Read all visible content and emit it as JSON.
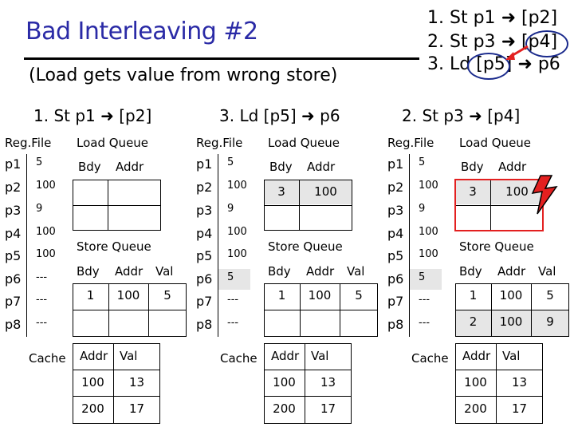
{
  "header": {
    "title": "Bad Interleaving #2",
    "subtitle": "(Load gets value from wrong store)"
  },
  "sequence": [
    {
      "num": "1.",
      "op": "St",
      "src": "p1",
      "arrow": "➜",
      "dst": "[p2]"
    },
    {
      "num": "2.",
      "op": "St",
      "src": "p3",
      "arrow": "➜",
      "dst": "[p4]"
    },
    {
      "num": "3.",
      "op": "Ld",
      "src": "[p5]",
      "arrow": "➜",
      "dst": "p6"
    }
  ],
  "colors": {
    "title": "#2a2aa6",
    "circle": "#1a2a8c",
    "highlight": "#e32020",
    "lightning_fill": "#e32020"
  },
  "panels": [
    {
      "heading": "1. St p1 ➜ [p2]",
      "regfile_label": "Reg.File",
      "regs": [
        {
          "name": "p1",
          "val": "5"
        },
        {
          "name": "p2",
          "val": "100"
        },
        {
          "name": "p3",
          "val": "9"
        },
        {
          "name": "p4",
          "val": "100"
        },
        {
          "name": "p5",
          "val": "100"
        },
        {
          "name": "p6",
          "val": "---"
        },
        {
          "name": "p7",
          "val": "---"
        },
        {
          "name": "p8",
          "val": "---"
        }
      ],
      "load_queue_label": "Load Queue",
      "lq_headers": [
        "Bdy",
        "Addr"
      ],
      "lq_rows": [
        [
          "",
          ""
        ],
        [
          "",
          ""
        ]
      ],
      "store_queue_label": "Store Queue",
      "sq_headers": [
        "Bdy",
        "Addr",
        "Val"
      ],
      "sq_rows": [
        [
          "1",
          "100",
          "5"
        ],
        [
          "",
          "",
          ""
        ]
      ],
      "cache_label": "Cache",
      "cache_headers": [
        "Addr",
        "Val"
      ],
      "cache_rows": [
        [
          "100",
          "13"
        ],
        [
          "200",
          "17"
        ]
      ]
    },
    {
      "heading": "3. Ld [p5] ➜ p6",
      "regfile_label": "Reg.File",
      "regs": [
        {
          "name": "p1",
          "val": "5"
        },
        {
          "name": "p2",
          "val": "100"
        },
        {
          "name": "p3",
          "val": "9"
        },
        {
          "name": "p4",
          "val": "100"
        },
        {
          "name": "p5",
          "val": "100"
        },
        {
          "name": "p6",
          "val": "5"
        },
        {
          "name": "p7",
          "val": "---"
        },
        {
          "name": "p8",
          "val": "---"
        }
      ],
      "load_queue_label": "Load Queue",
      "lq_headers": [
        "Bdy",
        "Addr"
      ],
      "lq_rows": [
        [
          "3",
          "100"
        ],
        [
          "",
          ""
        ]
      ],
      "store_queue_label": "Store Queue",
      "sq_headers": [
        "Bdy",
        "Addr",
        "Val"
      ],
      "sq_rows": [
        [
          "1",
          "100",
          "5"
        ],
        [
          "",
          "",
          ""
        ]
      ],
      "cache_label": "Cache",
      "cache_headers": [
        "Addr",
        "Val"
      ],
      "cache_rows": [
        [
          "100",
          "13"
        ],
        [
          "200",
          "17"
        ]
      ]
    },
    {
      "heading": "2. St p3 ➜ [p4]",
      "regfile_label": "Reg.File",
      "regs": [
        {
          "name": "p1",
          "val": "5"
        },
        {
          "name": "p2",
          "val": "100"
        },
        {
          "name": "p3",
          "val": "9"
        },
        {
          "name": "p4",
          "val": "100"
        },
        {
          "name": "p5",
          "val": "100"
        },
        {
          "name": "p6",
          "val": "5"
        },
        {
          "name": "p7",
          "val": "---"
        },
        {
          "name": "p8",
          "val": "---"
        }
      ],
      "load_queue_label": "Load Queue",
      "lq_headers": [
        "Bdy",
        "Addr"
      ],
      "lq_rows": [
        [
          "3",
          "100"
        ],
        [
          "",
          ""
        ]
      ],
      "store_queue_label": "Store Queue",
      "sq_headers": [
        "Bdy",
        "Addr",
        "Val"
      ],
      "sq_rows": [
        [
          "1",
          "100",
          "5"
        ],
        [
          "2",
          "100",
          "9"
        ]
      ],
      "cache_label": "Cache",
      "cache_headers": [
        "Addr",
        "Val"
      ],
      "cache_rows": [
        [
          "100",
          "13"
        ],
        [
          "200",
          "17"
        ]
      ]
    }
  ]
}
